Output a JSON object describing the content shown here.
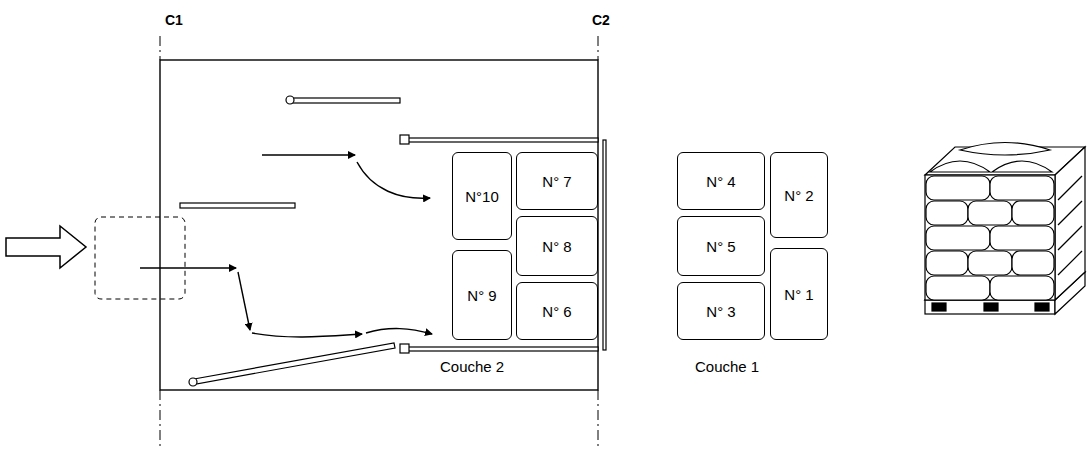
{
  "diagram": {
    "nodes": [
      {
        "text": [
          "N°10"
        ]
      },
      {
        "text": [
          "N° 7"
        ]
      },
      {
        "text": [
          "N° 8"
        ]
      },
      {
        "text": [
          "N° 9"
        ]
      },
      {
        "text": [
          "N° 6"
        ]
      },
      {
        "text": [
          "N° 4"
        ]
      },
      {
        "text": [
          "N° 2"
        ]
      },
      {
        "text": [
          "N° 5"
        ]
      },
      {
        "text": [
          "N° 3"
        ]
      },
      {
        "text": [
          "N° 1"
        ]
      }
    ],
    "labels": [
      "C1",
      "C2",
      "Couche 2",
      "Couche 1"
    ]
  }
}
